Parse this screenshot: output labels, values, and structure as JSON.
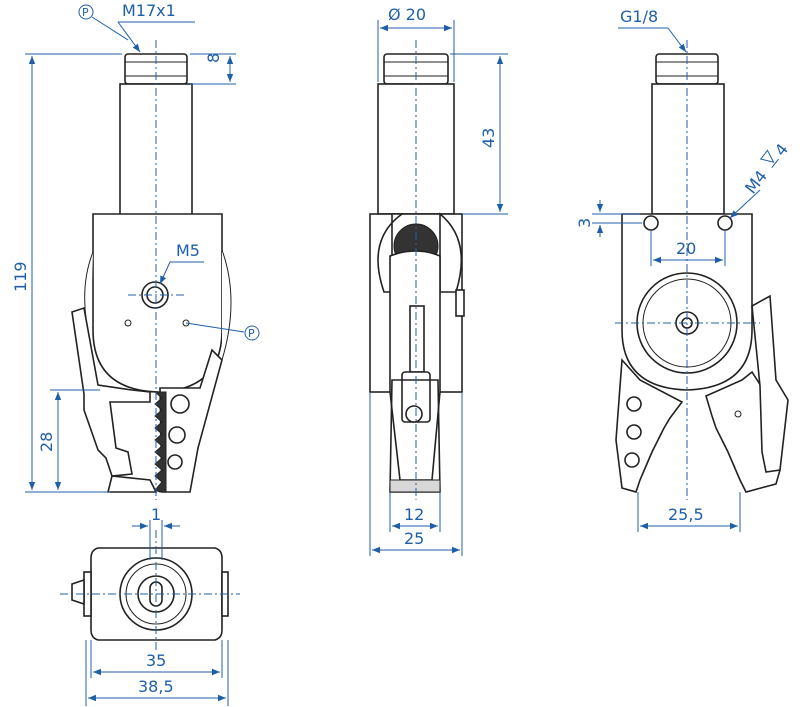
{
  "diagram": {
    "side_view": {
      "thread_label": "M17x1",
      "thread_marker": "P",
      "port_label": "M5",
      "port_marker": "P",
      "dim_thread_length": "8",
      "dim_total_height": "119",
      "dim_jaw_height": "28"
    },
    "front_view": {
      "dim_diameter": "Ø 20",
      "dim_body_height": "43",
      "dim_width_inner": "12",
      "dim_width_outer": "25"
    },
    "right_view": {
      "thread_label": "G1/8",
      "hole_label": "M4",
      "hole_depth_label": "4",
      "dim_hole_offset": "3",
      "dim_hole_spacing": "20",
      "dim_jaw_width": "25,5"
    },
    "top_view": {
      "dim_offset": "1",
      "dim_width_inner": "35",
      "dim_width_outer": "38,5"
    }
  }
}
